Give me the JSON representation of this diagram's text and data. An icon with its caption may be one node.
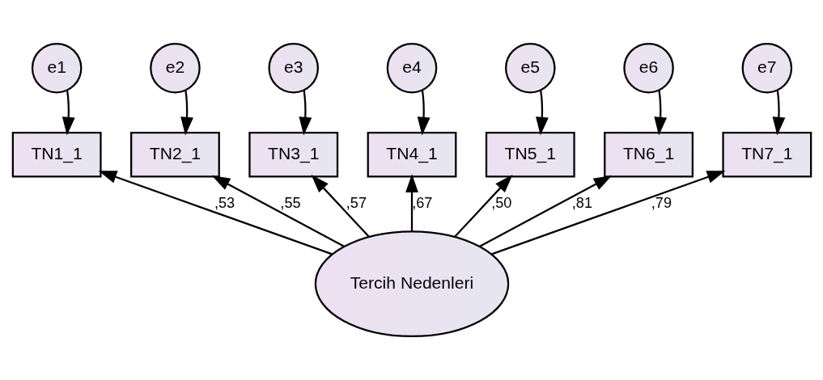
{
  "diagram": {
    "nodes": [
      {
        "text": [
          "e1"
        ]
      },
      {
        "text": [
          "e2"
        ]
      },
      {
        "text": [
          "e3"
        ]
      },
      {
        "text": [
          "e4"
        ]
      },
      {
        "text": [
          "e5"
        ]
      },
      {
        "text": [
          "e6"
        ]
      },
      {
        "text": [
          "e7"
        ]
      },
      {
        "text": [
          "TN1_1"
        ]
      },
      {
        "text": [
          "TN2_1"
        ]
      },
      {
        "text": [
          "TN3_1"
        ]
      },
      {
        "text": [
          "TN4_1"
        ]
      },
      {
        "text": [
          "TN5_1"
        ]
      },
      {
        "text": [
          "TN6_1"
        ]
      },
      {
        "text": [
          "TN7_1"
        ]
      },
      {
        "text": [
          "Tercih Nedenleri"
        ]
      }
    ],
    "edges": [
      {
        "from": 0,
        "to": 7,
        "arrow": "to"
      },
      {
        "from": 1,
        "to": 8,
        "arrow": "to"
      },
      {
        "from": 2,
        "to": 9,
        "arrow": "to"
      },
      {
        "from": 3,
        "to": 10,
        "arrow": "to"
      },
      {
        "from": 4,
        "to": 11,
        "arrow": "to"
      },
      {
        "from": 5,
        "to": 12,
        "arrow": "to"
      },
      {
        "from": 6,
        "to": 13,
        "arrow": "to"
      },
      {
        "from": 14,
        "to": 7,
        "arrow": "to",
        "label": ",53"
      },
      {
        "from": 14,
        "to": 8,
        "arrow": "to",
        "label": ",55"
      },
      {
        "from": 14,
        "to": 9,
        "arrow": "to",
        "label": ",57"
      },
      {
        "from": 14,
        "to": 10,
        "arrow": "to",
        "label": ",67"
      },
      {
        "from": 14,
        "to": 11,
        "arrow": "to",
        "label": ",50"
      },
      {
        "from": 14,
        "to": 12,
        "arrow": "to",
        "label": ",81"
      },
      {
        "from": 14,
        "to": 13,
        "arrow": "to",
        "label": ",79"
      }
    ]
  }
}
